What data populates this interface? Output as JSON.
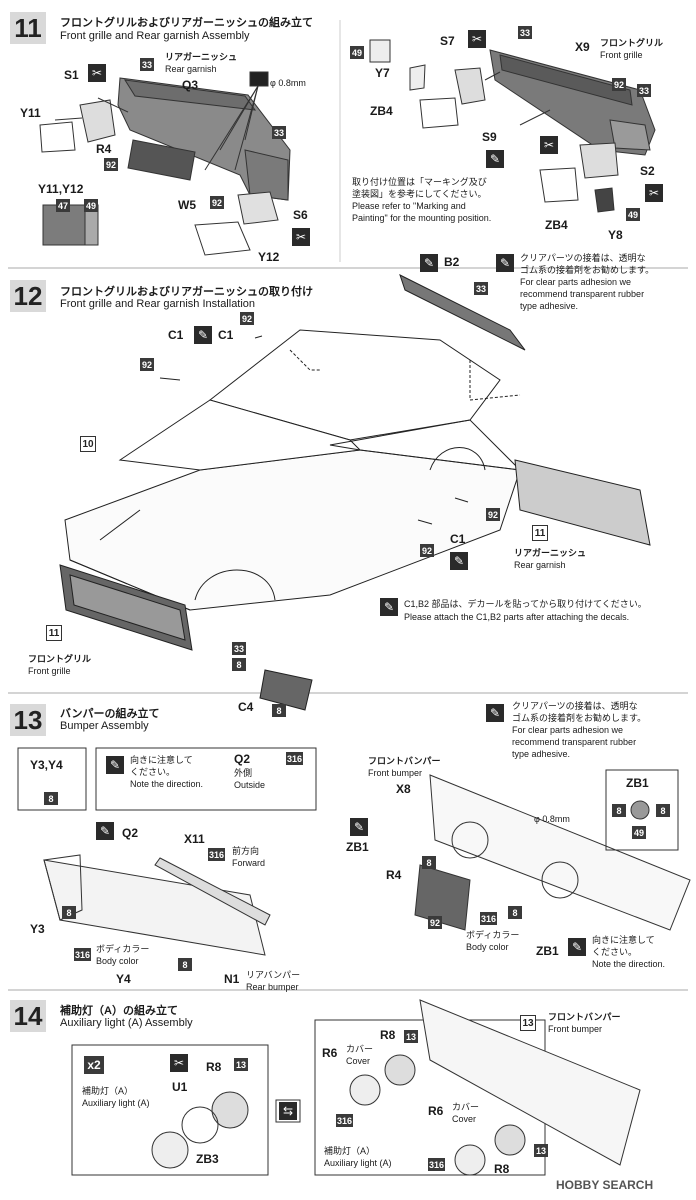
{
  "steps": {
    "s11": {
      "num": "11",
      "title_jp": "フロントグリルおよびリアガーニッシュの組み立て",
      "title_en": "Front grille and Rear garnish Assembly"
    },
    "s12": {
      "num": "12",
      "title_jp": "フロントグリルおよびリアガーニッシュの取り付け",
      "title_en": "Front grille and Rear garnish Installation"
    },
    "s13": {
      "num": "13",
      "title_jp": "バンパーの組み立て",
      "title_en": "Bumper Assembly"
    },
    "s14": {
      "num": "14",
      "title_jp": "補助灯（A）の組み立て",
      "title_en": "Auxiliary light (A) Assembly"
    }
  },
  "s11": {
    "rear_garnish_jp": "リアガーニッシュ",
    "rear_garnish_en": "Rear garnish",
    "q3": "Q3",
    "s1": "S1",
    "y11": "Y11",
    "r4": "R4",
    "w5": "W5",
    "s6": "S6",
    "y12": "Y12",
    "y11y12": "Y11,Y12",
    "phi": "φ 0.8mm",
    "c33a": "33",
    "c33b": "33",
    "c92a": "92",
    "c92b": "92",
    "c47": "47",
    "c49": "49",
    "front_grille_jp": "フロントグリル",
    "front_grille_en": "Front grille",
    "s7": "S7",
    "x9": "X9",
    "y7": "Y7",
    "zb4a": "ZB4",
    "s9": "S9",
    "s2": "S2",
    "zb4b": "ZB4",
    "y8": "Y8",
    "c49a": "49",
    "c33c": "33",
    "c92c": "92",
    "c33d": "33",
    "c49b": "49",
    "mount_note_jp1": "取り付け位置は「マーキング及び",
    "mount_note_jp2": "塗装図」を参考にしてください。",
    "mount_note_en1": "Please refer to \"Marking and",
    "mount_note_en2": "Painting\" for the mounting position."
  },
  "s12": {
    "b2": "B2",
    "c33": "33",
    "c1a": "C1",
    "c1b": "C1",
    "c92a": "92",
    "c92b": "92",
    "c92c": "92",
    "c92d": "92",
    "c1c": "C1",
    "body": "10",
    "rear_num": "11",
    "rear_jp": "リアガーニッシュ",
    "rear_en": "Rear garnish",
    "front_num": "11",
    "front_jp": "フロントグリル",
    "front_en": "Front grille",
    "c4": "C4",
    "c33b": "33",
    "c8a": "8",
    "c8b": "8",
    "clear_jp1": "クリアパーツの接着は、透明な",
    "clear_jp2": "ゴム系の接着剤をお勧めします。",
    "clear_en1": "For clear parts adhesion we",
    "clear_en2": "recommend transparent rubber",
    "clear_en3": "type adhesive.",
    "decal_jp": "C1,B2 部品は、デカールを貼ってから取り付けてください。",
    "decal_en": "Please attach the C1,B2 parts after attaching the decals."
  },
  "s13": {
    "y3y4": "Y3,Y4",
    "c8": "8",
    "dir_jp1": "向きに注意して",
    "dir_jp2": "ください。",
    "dir_en": "Note the direction.",
    "q2": "Q2",
    "outside_jp": "外側",
    "outside_en": "Outside",
    "c316": "316",
    "q2b": "Q2",
    "x11": "X11",
    "fwd_jp": "前方向",
    "fwd_en": "Forward",
    "c316b": "316",
    "y3": "Y3",
    "c8b": "8",
    "body_color_jp": "ボディカラー",
    "body_color_en": "Body color",
    "c316c": "316",
    "y4": "Y4",
    "c8c": "8",
    "n1": "N1",
    "rear_bumper_jp": "リアバンパー",
    "rear_bumper_en": "Rear bumper",
    "front_bumper_jp": "フロントバンパー",
    "front_bumper_en": "Front bumper",
    "x8": "X8",
    "zb1a": "ZB1",
    "zb1b": "ZB1",
    "phi": "φ 0.8mm",
    "c8d": "8",
    "c8e": "8",
    "r4": "R4",
    "c92": "92",
    "c316d": "316",
    "body_color_jp2": "ボディカラー",
    "body_color_en2": "Body color",
    "dir2_jp1": "向きに注意して",
    "dir2_jp2": "ください。",
    "dir2_en": "Note the direction.",
    "zb1_box": "ZB1",
    "c8f": "8",
    "c8g": "8",
    "c49": "49",
    "clear_jp1": "クリアパーツの接着は、透明な",
    "clear_jp2": "ゴム系の接着剤をお勧めします。",
    "clear_en1": "For clear parts adhesion we",
    "clear_en2": "recommend transparent rubber",
    "clear_en3": "type adhesive."
  },
  "s14": {
    "x2": "x2",
    "r8": "R8",
    "c13": "13",
    "u1": "U1",
    "aux_jp": "補助灯（A）",
    "aux_en": "Auxiliary light (A)",
    "zb3": "ZB3",
    "r6a": "R6",
    "cover_jp": "カバー",
    "cover_en": "Cover",
    "r8b": "R8",
    "c13b": "13",
    "c316a": "316",
    "front_num": "13",
    "front_jp": "フロントバンパー",
    "front_en": "Front bumper",
    "r6b": "R6",
    "cover_jp2": "カバー",
    "cover_en2": "Cover",
    "c13c": "13",
    "r8c": "R8",
    "aux_jp2": "補助灯（A）",
    "aux_en2": "Auxiliary light (A)",
    "c316b": "316",
    "watermark": "HOBBY SEARCH"
  }
}
